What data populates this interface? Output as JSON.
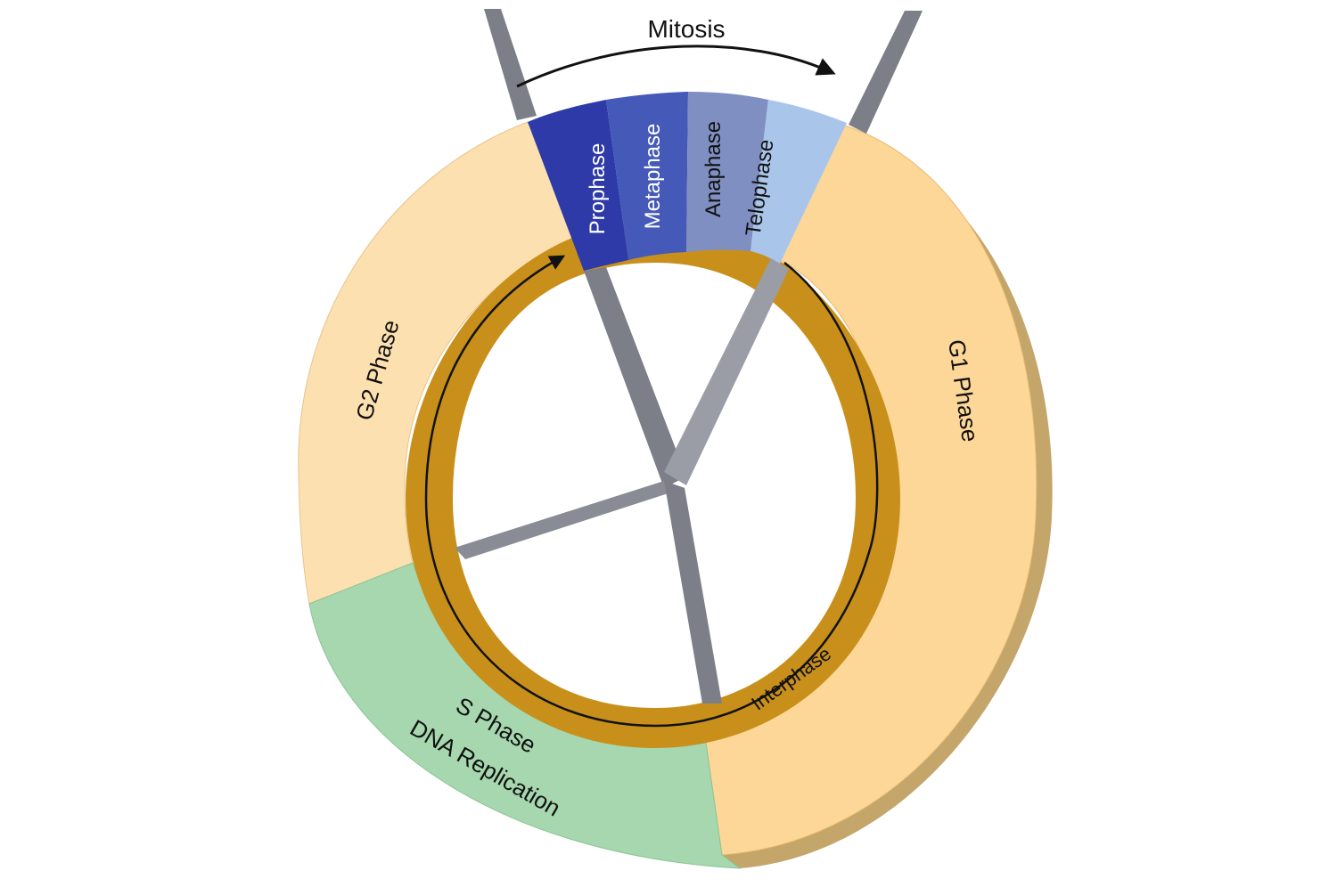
{
  "title": "Mitosis",
  "mitosis_stages": [
    {
      "label": "Prophase",
      "color": "#2d3aa8"
    },
    {
      "label": "Metaphase",
      "color": "#4459b8"
    },
    {
      "label": "Anaphase",
      "color": "#7f8fc2"
    },
    {
      "label": "Telophase",
      "color": "#a9c6ea"
    }
  ],
  "phases": {
    "g1": {
      "label": "G1 Phase",
      "color": "#fdd797"
    },
    "g2": {
      "label": "G2 Phase",
      "color": "#fde0b0"
    },
    "s": {
      "label_line1": "S Phase",
      "label_line2": "DNA Replication",
      "color": "#a6d7ae"
    }
  },
  "interphase": {
    "label": "Interphase",
    "color": "#c8901b"
  },
  "colors": {
    "spindle": "#7c7e88",
    "spindle_light": "#9b9da6",
    "edge": "#c4a56a",
    "arrow": "#111111"
  }
}
